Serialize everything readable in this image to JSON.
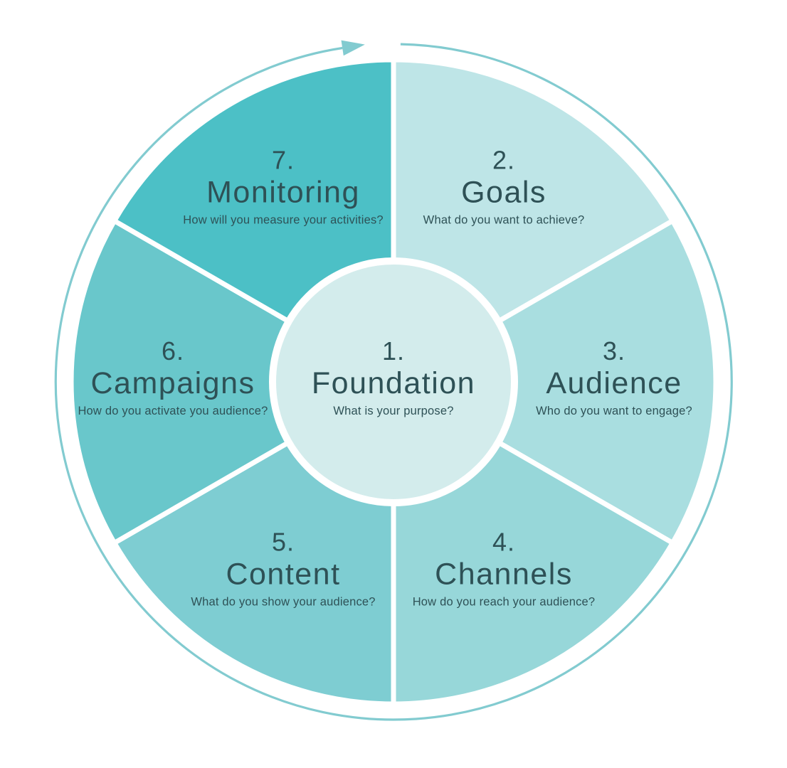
{
  "colors": {
    "text": "#2e5156",
    "divider": "#ffffff",
    "ring": "#82cbd0",
    "background": "#ffffff"
  },
  "wheel": {
    "center": {
      "number": "1.",
      "title": "Foundation",
      "subtitle": "What is your purpose?",
      "color": "#d3ecec"
    },
    "segments": [
      {
        "number": "2.",
        "title": "Goals",
        "subtitle": "What do you want to achieve?",
        "color": "#bee5e7",
        "start_angle": 0,
        "end_angle": 60
      },
      {
        "number": "3.",
        "title": "Audience",
        "subtitle": "Who do you want to engage?",
        "color": "#a9dee0",
        "start_angle": 60,
        "end_angle": 120
      },
      {
        "number": "4.",
        "title": "Channels",
        "subtitle": "How do you reach your audience?",
        "color": "#97d7d9",
        "start_angle": 120,
        "end_angle": 180
      },
      {
        "number": "5.",
        "title": "Content",
        "subtitle": "What do you show your audience?",
        "color": "#7ecdd2",
        "start_angle": 180,
        "end_angle": 240
      },
      {
        "number": "6.",
        "title": "Campaigns",
        "subtitle": "How do you activate you audience?",
        "color": "#69c7cb",
        "start_angle": 240,
        "end_angle": 300
      },
      {
        "number": "7.",
        "title": "Monitoring",
        "subtitle": "How will you measure your activities?",
        "color": "#4cc0c6",
        "start_angle": 300,
        "end_angle": 360
      }
    ],
    "ring": {
      "direction": "clockwise",
      "color": "#82cbd0"
    }
  }
}
